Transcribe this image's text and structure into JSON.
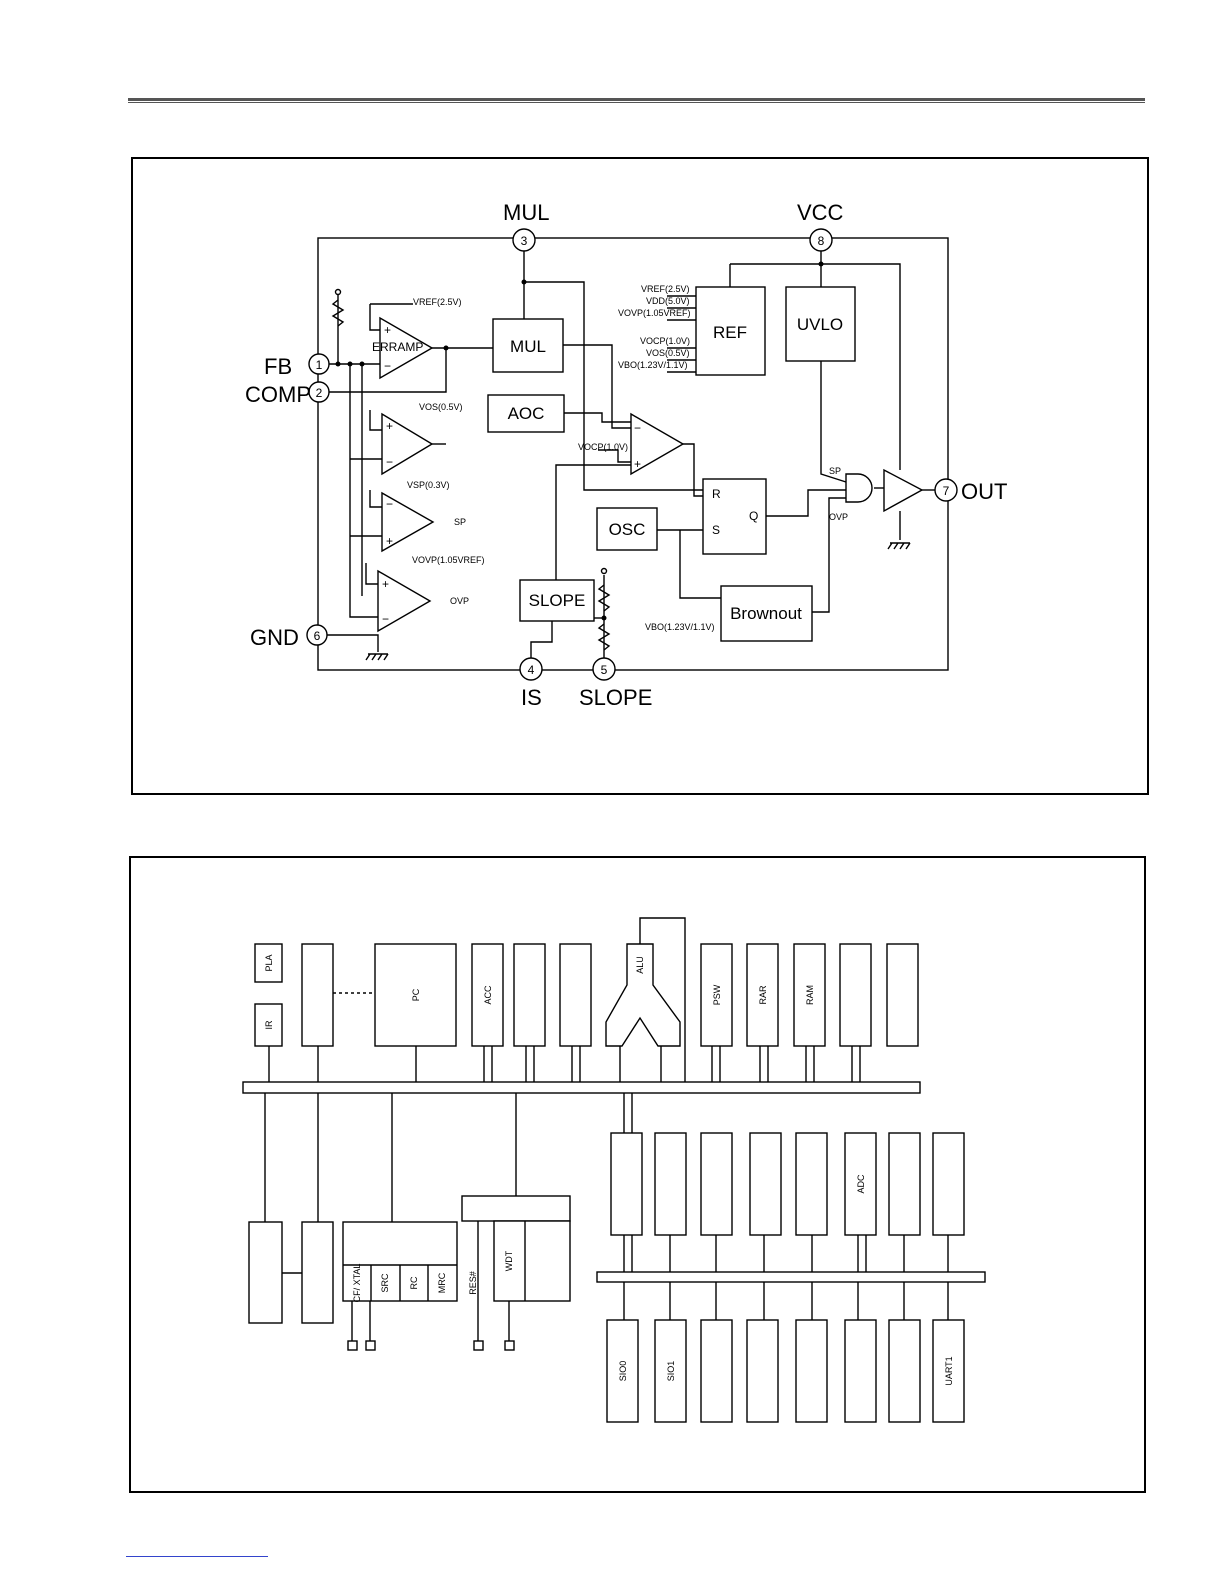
{
  "diagram1": {
    "pins": {
      "mul": "MUL",
      "vcc": "VCC",
      "fb": "FB",
      "comp": "COMP",
      "gnd": "GND",
      "out": "OUT",
      "is": "IS",
      "slope": "SLOPE"
    },
    "pin_numbers": [
      "1",
      "2",
      "3",
      "4",
      "5",
      "6",
      "7",
      "8"
    ],
    "blocks": {
      "mul": "MUL",
      "ref": "REF",
      "uvlo": "UVLO",
      "aoc": "AOC",
      "osc": "OSC",
      "slope": "SLOPE",
      "brownout": "Brownout",
      "erramp": "ERRAMP"
    },
    "labels": {
      "vref": "VREF(2.5V)",
      "vos": "VOS(0.5V)",
      "vsp": "VSP(0.3V)",
      "vovp": "VOVP(1.05VREF)",
      "vocp_cmp": "VOCP(1.0V)",
      "sp": "SP",
      "ovp": "OVP",
      "sp_gate": "SP",
      "ovp_gate": "OVP",
      "vbo": "VBO(1.23V/1.1V)",
      "r": "R",
      "s": "S",
      "q": "Q",
      "ref_vref": "VREF(2.5V)",
      "ref_vdd": "VDD(5.0V)",
      "ref_vovp": "VOVP(1.05VREF)",
      "ref_vocp": "VOCP(1.0V)",
      "ref_vos": "VOS(0.5V)",
      "ref_vbo": "VBO(1.23V/1.1V)",
      "plus": "+",
      "minus": "−"
    }
  },
  "diagram2": {
    "top_blocks": [
      "PLA",
      "IR",
      "PC",
      "ACC",
      "ALU",
      "PSW",
      "RAR",
      "RAM"
    ],
    "mid_blocks": [
      "ADC"
    ],
    "clock_cells": [
      "CF/ XTAL",
      "SRC",
      "RC",
      "MRC"
    ],
    "reset": [
      "RES#",
      "WDT"
    ],
    "bottom_blocks": [
      "SIO0",
      "SIO1",
      "UART1"
    ]
  }
}
